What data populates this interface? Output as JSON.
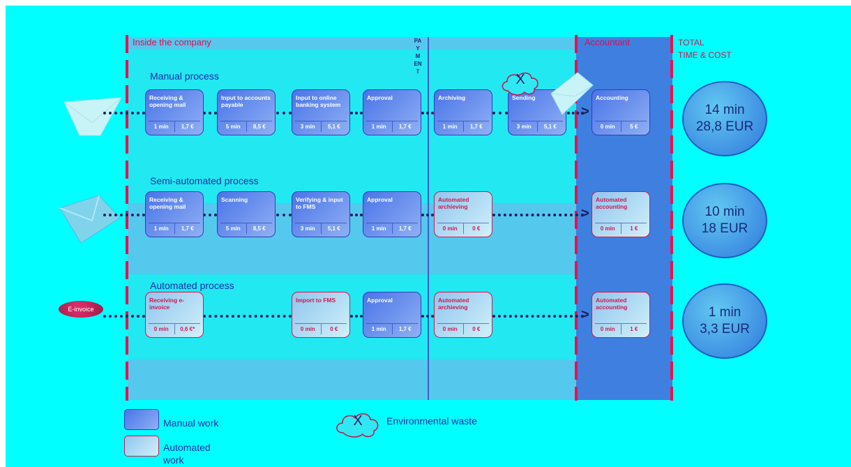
{
  "headers": {
    "inside": "Inside the company",
    "payment": [
      "PA",
      "Y",
      "M",
      "EN",
      "T"
    ],
    "accountant": "Accountant",
    "total_line1": "TOTAL",
    "total_line2": "TIME & COST"
  },
  "rows": [
    {
      "title": "Manual process",
      "steps": [
        {
          "name": "Receiving & opening mail",
          "time": "1 min",
          "cost": "1,7 €",
          "kind": "manual"
        },
        {
          "name": "Input to accounts payable",
          "time": "5 min",
          "cost": "8,5 €",
          "kind": "manual"
        },
        {
          "name": "Input to online banking system",
          "time": "3 min",
          "cost": "5,1 €",
          "kind": "manual"
        },
        {
          "name": "Approval",
          "time": "1 min",
          "cost": "1,7 €",
          "kind": "manual"
        },
        {
          "name": "Archiving",
          "time": "1 min",
          "cost": "1,7 €",
          "kind": "manual"
        },
        {
          "name": "Sending",
          "time": "3 min",
          "cost": "5,1 €",
          "kind": "manual"
        },
        {
          "name": "Accounting",
          "time": "0 min",
          "cost": "5 €",
          "kind": "manual"
        }
      ],
      "total_time": "14 min",
      "total_cost": "28,8 EUR"
    },
    {
      "title": "Semi-automated process",
      "steps": [
        {
          "name": "Receiving & opening mail",
          "time": "1 min",
          "cost": "1,7 €",
          "kind": "manual"
        },
        {
          "name": "Scanning",
          "time": "5 min",
          "cost": "8,5 €",
          "kind": "manual"
        },
        {
          "name": "Verifying & input to FMS",
          "time": "3 min",
          "cost": "5,1 €",
          "kind": "manual"
        },
        {
          "name": "Approval",
          "time": "1 min",
          "cost": "1,7 €",
          "kind": "manual"
        },
        {
          "name": "Automated archieving",
          "time": "0 min",
          "cost": "0 €",
          "kind": "auto"
        },
        {
          "name": "Automated accounting",
          "time": "0 min",
          "cost": "1 €",
          "kind": "auto"
        }
      ],
      "total_time": "10 min",
      "total_cost": "18 EUR"
    },
    {
      "title": "Automated process",
      "einvoice_label": "E-invoice",
      "steps": [
        {
          "name": "Receiving e-invoice",
          "time": "0 min",
          "cost": "0,6 €*",
          "kind": "auto"
        },
        {
          "name": "Import to FMS",
          "time": "0 min",
          "cost": "0 €",
          "kind": "auto"
        },
        {
          "name": "Approval",
          "time": "1 min",
          "cost": "1,7 €",
          "kind": "manual"
        },
        {
          "name": "Automated archieving",
          "time": "0 min",
          "cost": "0 €",
          "kind": "auto"
        },
        {
          "name": "Automated accounting",
          "time": "0 min",
          "cost": "1 €",
          "kind": "auto"
        }
      ],
      "total_time": "1 min",
      "total_cost": "3,3 EUR"
    }
  ],
  "waste_symbol": "X",
  "legend": {
    "manual": "Manual work",
    "automated_line1": "Automated",
    "automated_line2": "work",
    "waste_symbol": "X",
    "waste": "Environmental waste"
  },
  "colors": {
    "background": "#00ffff",
    "manual_box": "#4a74e8",
    "automated_box_border": "#d4184f",
    "accountant_zone": "#3f7fe0",
    "total_oval": "#2f78dc",
    "accent_red": "#e8114e"
  }
}
